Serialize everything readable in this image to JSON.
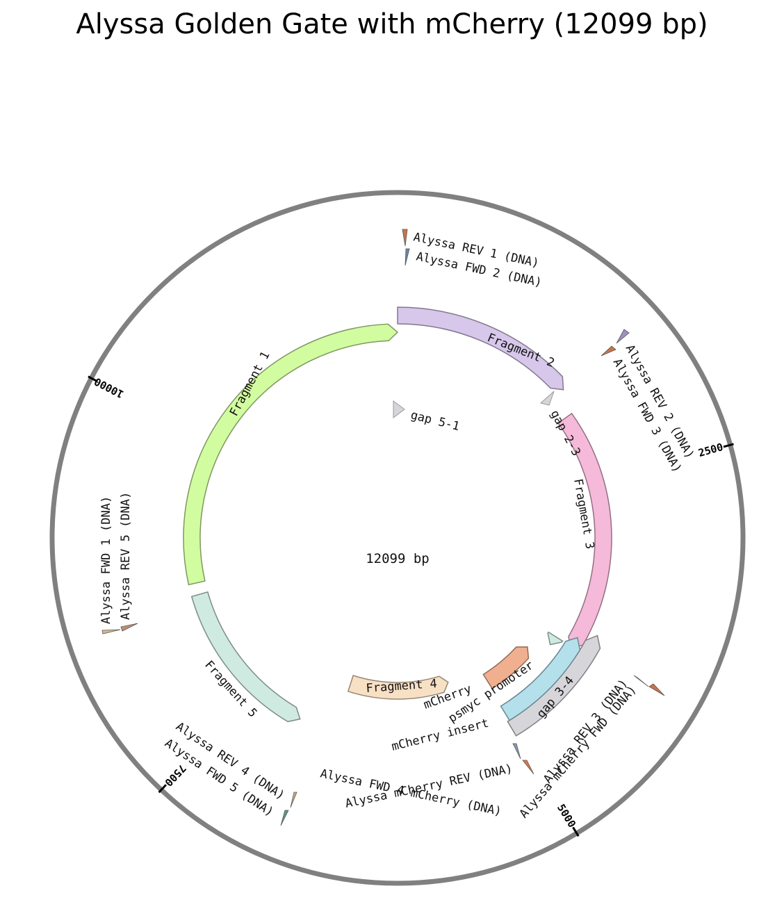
{
  "title": "Alyssa Golden Gate with mCherry (12099 bp)",
  "center_label": "12099 bp",
  "sequence_length": 12099,
  "ticks": [
    {
      "bp": 2500,
      "label": "2500"
    },
    {
      "bp": 5000,
      "label": "5000"
    },
    {
      "bp": 7500,
      "label": "7500"
    },
    {
      "bp": 10000,
      "label": "10000"
    }
  ],
  "features": [
    {
      "id": "fragment-1",
      "label": "Fragment 1",
      "start": 8650,
      "end": 12099,
      "strand": 1,
      "color": "#d2fca0"
    },
    {
      "id": "fragment-2",
      "label": "Fragment 2",
      "start": 0,
      "end": 1620,
      "strand": 1,
      "color": "#d7c7ea"
    },
    {
      "id": "gap-2-3",
      "label": "gap 2-3",
      "start": 1700,
      "end": 1790,
      "strand": 1,
      "color": "#d6d6da"
    },
    {
      "id": "fragment-3",
      "label": "Fragment 3",
      "start": 1830,
      "end": 4120,
      "strand": 1,
      "color": "#f5b9d9"
    },
    {
      "id": "gap-3-4",
      "label": "gap 3-4",
      "start": 3900,
      "end": 5010,
      "strand": -1,
      "color": "#d6d6da"
    },
    {
      "id": "mcherry-insert",
      "label": "mCherry insert",
      "start": 4000,
      "end": 4990,
      "strand": -1,
      "color": "#b4e0ec"
    },
    {
      "id": "psmyc-promoter",
      "label": "psmyc promoter",
      "start": 4100,
      "end": 4200,
      "strand": 1,
      "color": "#cfeae0"
    },
    {
      "id": "mcherry",
      "label": "mCherry",
      "start": 4370,
      "end": 4970,
      "strand": -1,
      "color": "#f0b090"
    },
    {
      "id": "fragment-4",
      "label": "Fragment 4",
      "start": 5400,
      "end": 6650,
      "strand": -1,
      "color": "#f8e0c5"
    },
    {
      "id": "fragment-5",
      "label": "Fragment 5",
      "start": 7000,
      "end": 8540,
      "strand": -1,
      "color": "#cfeae0"
    },
    {
      "id": "gap-5-1",
      "label": "gap 5-1",
      "start": 0,
      "end": 0,
      "strand": 1,
      "color": "#d6d6da"
    }
  ],
  "primers": [
    {
      "id": "alyssa-rev-1",
      "label": "Alyssa REV 1 (DNA)",
      "bp": 12095,
      "strand": -1,
      "color": "#c8744a"
    },
    {
      "id": "alyssa-fwd-2",
      "label": "Alyssa FWD 2 (DNA)",
      "bp": 30,
      "strand": 1,
      "color": "#6a86a6"
    },
    {
      "id": "alyssa-rev-2",
      "label": "Alyssa REV 2 (DNA)",
      "bp": 1620,
      "strand": -1,
      "color": "#a090c0"
    },
    {
      "id": "alyssa-fwd-3",
      "label": "Alyssa FWD 3 (DNA)",
      "bp": 1700,
      "strand": 1,
      "color": "#c8744a"
    },
    {
      "id": "alyssa-rev-3",
      "label": "Alyssa REV 3 (DNA)",
      "bp": 4120,
      "strand": -1,
      "color": "#8a2a1a"
    },
    {
      "id": "alyssa-mcherry-fwd",
      "label": "Alyssa mCherry FWD (DNA)",
      "bp": 4080,
      "strand": 1,
      "color": "#c8744a"
    },
    {
      "id": "alyssa-mcherry-rev",
      "label": "Alyssa mCherry REV (DNA)",
      "bp": 5000,
      "strand": -1,
      "color": "#d87a4a"
    },
    {
      "id": "alyssa-fwd-4-mcherry",
      "label": "Alyssa FWD 4 mCherry (DNA)",
      "bp": 5080,
      "strand": 1,
      "color": "#8898b8"
    },
    {
      "id": "alyssa-rev-4",
      "label": "Alyssa REV 4 (DNA)",
      "bp": 6850,
      "strand": -1,
      "color": "#d8a878"
    },
    {
      "id": "alyssa-fwd-5",
      "label": "Alyssa FWD 5 (DNA)",
      "bp": 6910,
      "strand": 1,
      "color": "#5a9a7a"
    },
    {
      "id": "alyssa-fwd-1",
      "label": "Alyssa FWD 1 (DNA)",
      "bp": 8630,
      "strand": 1,
      "color": "#d8b890"
    },
    {
      "id": "alyssa-rev-5",
      "label": "Alyssa REV 5 (DNA)",
      "bp": 8570,
      "strand": -1,
      "color": "#c09070"
    }
  ]
}
